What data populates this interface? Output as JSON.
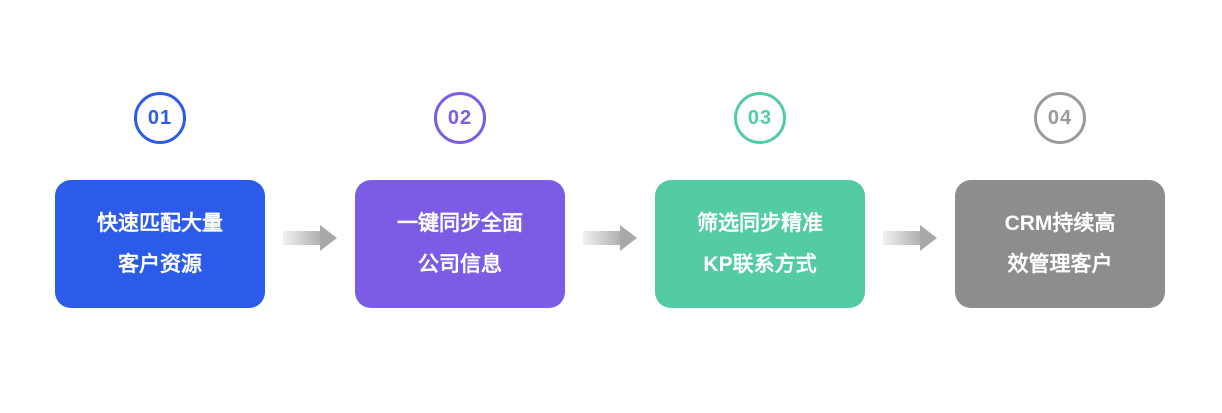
{
  "diagram": {
    "steps": [
      {
        "number": "01",
        "circle_color": "#2b5be8",
        "box_color": "#2b5be8",
        "line1": "快速匹配大量",
        "line2": "客户资源"
      },
      {
        "number": "02",
        "circle_color": "#7c5ce4",
        "box_color": "#7c5ce4",
        "line1": "一键同步全面",
        "line2": "公司信息"
      },
      {
        "number": "03",
        "circle_color": "#53cba5",
        "box_color": "#53cba5",
        "line1": "筛选同步精准",
        "line2": "KP联系方式"
      },
      {
        "number": "04",
        "circle_color": "#9a9a9a",
        "box_color": "#8d8d8d",
        "line1": "CRM持续高",
        "line2": "效管理客户"
      }
    ]
  }
}
